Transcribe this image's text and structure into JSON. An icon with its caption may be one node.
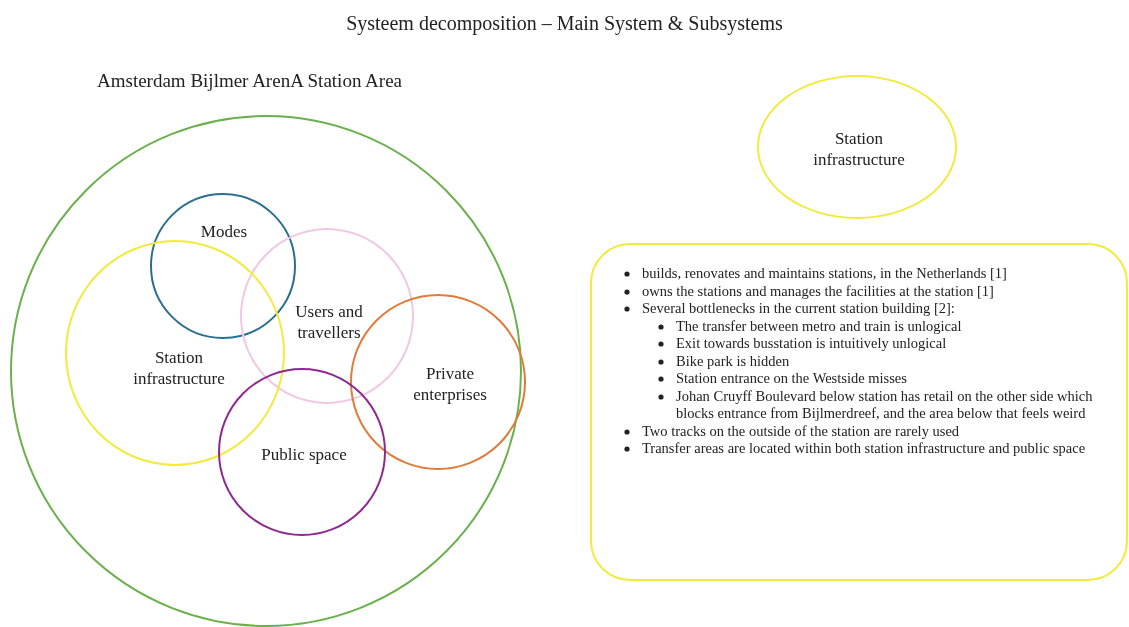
{
  "diagram": {
    "title": "Systeem decomposition – Main System & Subsystems",
    "nodes": [
      {
        "text": [
          "Amsterdam Bijlmer ArenA Station Area"
        ]
      },
      {
        "text": [
          "Modes"
        ],
        "in": 0
      },
      {
        "text": [
          "Users and travellers"
        ],
        "in": 0
      },
      {
        "text": [
          "Station infrastructure"
        ],
        "in": 0
      },
      {
        "text": [
          "Private enterprises"
        ],
        "in": 0
      },
      {
        "text": [
          "Public space"
        ],
        "in": 0
      },
      {
        "text": [
          "Station infrastructure"
        ]
      },
      {
        "text": [
          "builds, renovates and maintains stations, in the Netherlands [1]",
          "owns the stations and manages the facilities at the station [1]",
          "Several bottlenecks in the current station building [2]:",
          "The transfer between metro and train is unlogical",
          "Exit towards busstation is intuitively unlogical",
          "Bike park is hidden",
          "Station entrance on the Westside misses",
          "Johan Cruyff Boulevard below station has retail on the other side which blocks entrance from Bijlmerdreef, and the area below that feels weird",
          "Two tracks on the outside of the station are rarely used",
          "Transfer areas are located within both station infrastructure and public space"
        ]
      }
    ],
    "edges": []
  }
}
